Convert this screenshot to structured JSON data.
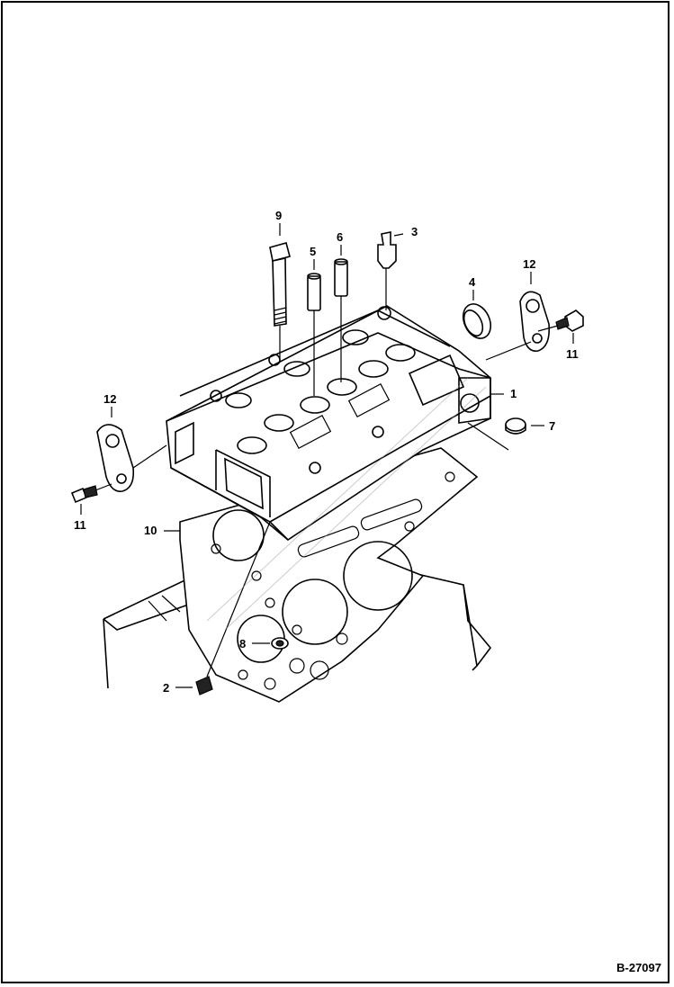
{
  "drawing_code": "B-27097",
  "callouts": [
    {
      "id": "1",
      "text": "1"
    },
    {
      "id": "2",
      "text": "2"
    },
    {
      "id": "3",
      "text": "3"
    },
    {
      "id": "4",
      "text": "4"
    },
    {
      "id": "5",
      "text": "5"
    },
    {
      "id": "6",
      "text": "6"
    },
    {
      "id": "7",
      "text": "7"
    },
    {
      "id": "8",
      "text": "8"
    },
    {
      "id": "9",
      "text": "9"
    },
    {
      "id": "10",
      "text": "10"
    },
    {
      "id": "11a",
      "text": "11"
    },
    {
      "id": "11b",
      "text": "11"
    },
    {
      "id": "12a",
      "text": "12"
    },
    {
      "id": "12b",
      "text": "12"
    }
  ]
}
